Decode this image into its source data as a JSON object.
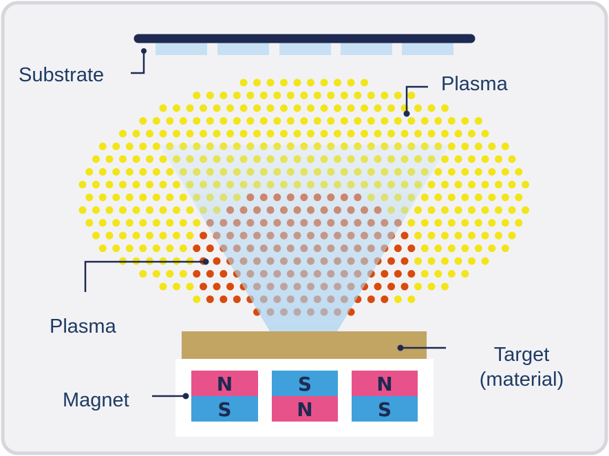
{
  "labels": {
    "substrate": "Substrate",
    "plasma_top": "Plasma",
    "plasma_left": "Plasma",
    "target_line1": "Target",
    "target_line2": "(material)",
    "magnet": "Magnet"
  },
  "magnets": [
    {
      "top": "N",
      "bottom": "S"
    },
    {
      "top": "S",
      "bottom": "N"
    },
    {
      "top": "N",
      "bottom": "S"
    }
  ],
  "colors": {
    "frame_border": "#d6d6dc",
    "background": "#f2f2f5",
    "substrate_bar": "#1f2a52",
    "substrate_tabs": "#c7e0f3",
    "plasma_outer": "#f2e51a",
    "plasma_inner": "#d84b0c",
    "beam": "#b3d8f2",
    "target": "#c2a463",
    "magnet_north": "#e8528a",
    "magnet_south": "#3fa0dc",
    "text": "#1f3b63",
    "leader": "#1f2a52"
  },
  "icons": {
    "pointer_dot": "leader-dot-icon"
  }
}
